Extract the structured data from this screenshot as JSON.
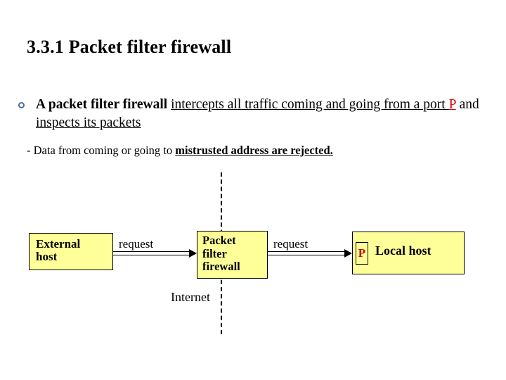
{
  "slide": {
    "title": "3.3.1 Packet filter firewall"
  },
  "bullet": {
    "marker": "hollow-circle",
    "marker_color": "#4a6d9e",
    "segments": [
      {
        "text": "A packet filter firewall ",
        "bold": true,
        "underline": false
      },
      {
        "text": "intercepts all traffic coming and going from a port ",
        "bold": false,
        "underline": true
      },
      {
        "text": "P",
        "bold": false,
        "underline": true,
        "color": "#cc0000"
      },
      {
        "text": " and ",
        "bold": false,
        "underline": false
      },
      {
        "text": "inspects its packets",
        "bold": false,
        "underline": true
      }
    ],
    "full_text": "A packet filter firewall intercepts all traffic coming and going from a port P and inspects its packets"
  },
  "subbullet": {
    "dash": "-",
    "lead_text": "Data from coming or going to ",
    "emphasis_text": "mistrusted address are rejected.",
    "full_text": "- Data from coming or going to mistrusted address are rejected."
  },
  "diagram": {
    "boxes": {
      "external_host": {
        "label_line1": "External",
        "label_line2": "host",
        "fill": "#ffff99",
        "stroke": "#000000"
      },
      "firewall": {
        "label_line1": "Packet",
        "label_line2": "filter",
        "label_line3": "firewall",
        "fill": "#ffff99",
        "stroke": "#000000"
      },
      "local_host": {
        "port_label": "P",
        "port_color": "#cc0000",
        "label": "Local host",
        "fill": "#ffff99",
        "stroke": "#000000"
      }
    },
    "arrows": [
      {
        "label": "request",
        "direction": "right"
      },
      {
        "label": "request",
        "direction": "right"
      }
    ],
    "internet_label": "Internet",
    "boundary_line": "dashed-vertical"
  }
}
